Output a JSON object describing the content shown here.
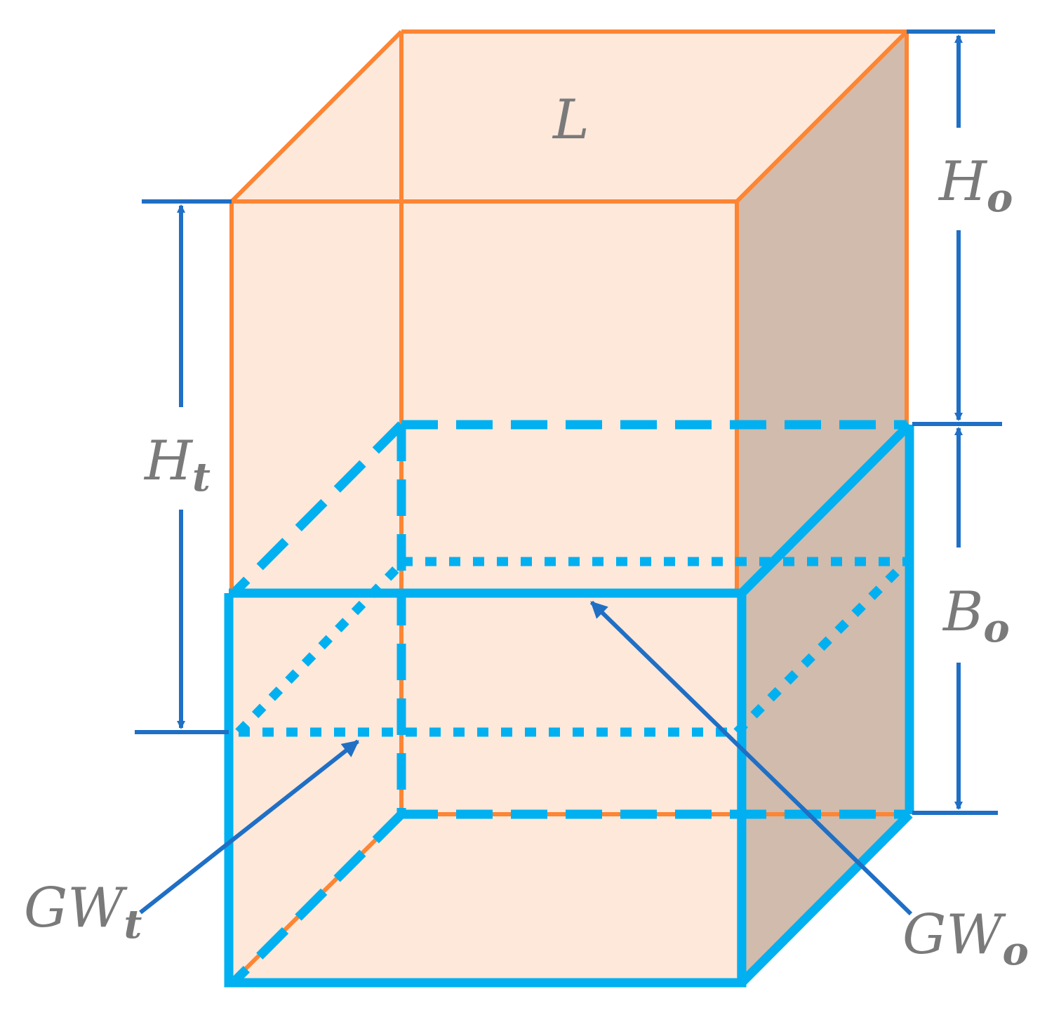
{
  "colors": {
    "front_fill": "#fde8da",
    "side_fill": "#d1bbad",
    "top_fill": "#fde8da",
    "orange_edge": "#fd8533",
    "blue_box": "#00b0f0",
    "dim_blue": "#1f6fc5",
    "label_gray": "#7a7a7a"
  },
  "labels": {
    "L": {
      "main": "L",
      "sub": ""
    },
    "Ho": {
      "main": "H",
      "sub": "o"
    },
    "Ht": {
      "main": "H",
      "sub": "t"
    },
    "Bo": {
      "main": "B",
      "sub": "o"
    },
    "GWt": {
      "main": "GW",
      "sub": "t"
    },
    "GWo": {
      "main": "GW",
      "sub": "o"
    }
  }
}
